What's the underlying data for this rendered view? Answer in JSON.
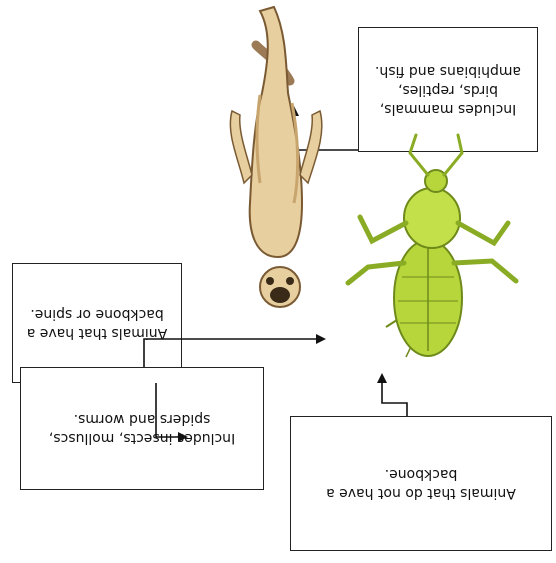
{
  "boxes": {
    "vertebrate_def": "Animals that have a backbone or spine.",
    "vertebrate_examples": "Includes mammals, birds, reptiles, amphibians and fish.",
    "invertebrate_def": "Animals that do not have a backbone.",
    "invertebrate_examples": "Includes insects, molluscs, spiders and worms."
  },
  "icons": {
    "vertebrate": "meerkat-icon",
    "invertebrate": "katydid-icon"
  },
  "colors": {
    "meerkat_body": "#e7cfa0",
    "meerkat_shade": "#c9a56e",
    "insect_body": "#b7d63c",
    "insect_dark": "#6e8a1a"
  }
}
